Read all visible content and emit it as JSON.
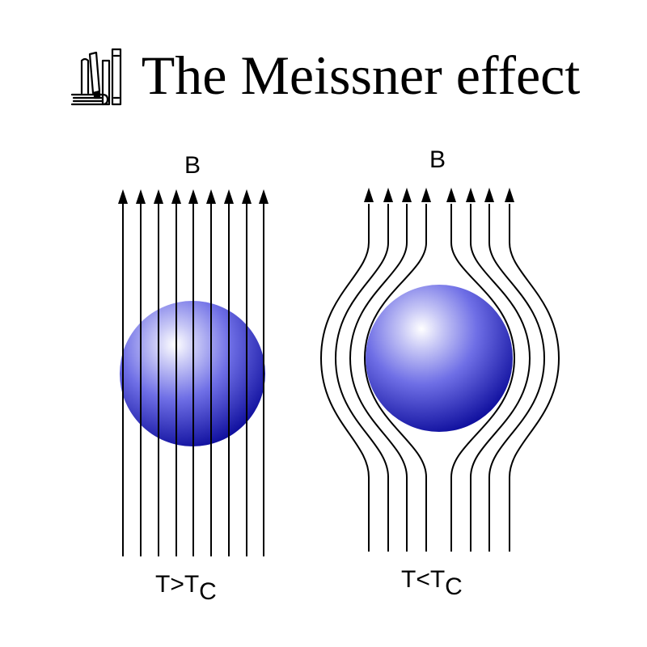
{
  "title": {
    "icon": "books-icon",
    "text": "The Meissner effect"
  },
  "panels": [
    {
      "id": "normal",
      "field_label": "B",
      "temp_main": "T>T",
      "temp_sub": "C"
    },
    {
      "id": "superconducting",
      "field_label": "B",
      "temp_main": "T<T",
      "temp_sub": "C"
    }
  ],
  "colors": {
    "sphere_highlight": "#ffffff",
    "sphere_mid": "#6f6fe6",
    "sphere_shadow": "#0a0a9a",
    "field_lines": "#000000"
  }
}
